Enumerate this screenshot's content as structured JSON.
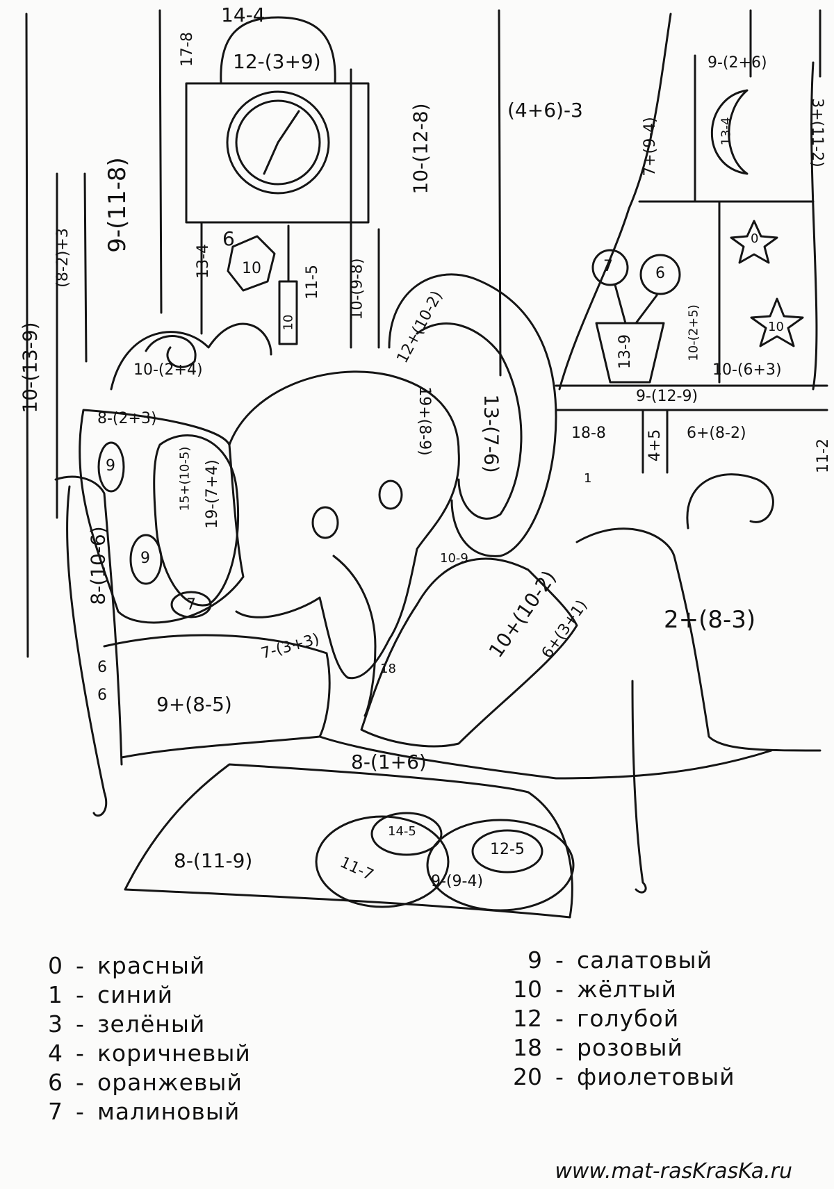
{
  "expressions": {
    "clock_top": "14-4",
    "clock_side": "17-8",
    "clock_head": "12-(3+9)",
    "clock_pendulum_hex": "10",
    "clock_pendulum_label": "6",
    "clock_bob": "10",
    "clock_left_body": "13-4",
    "clock_right_body": "11-5",
    "far_left_wall": "10-(13-9)",
    "left_wall_narrow": "(8-2)+3",
    "left_wall_wide": "9-(11-8)",
    "wall_strip_right_clock": "10-(9-8)",
    "wall_center": "10-(12-8)",
    "wall_upper": "(4+6)-3",
    "window_top": "9-(2+6)",
    "window_right_edge": "3+(11-2)",
    "window_strip": "7+(9-4)",
    "moon": "13-4",
    "star_upper": "0",
    "star_lower": "10",
    "flower_left": "7",
    "flower_right": "6",
    "flower_pot": "13-9",
    "window_sill_narrow": "10-(2+5)",
    "window_sill_wide": "10-(6+3)",
    "window_ledge": "9-(12-9)",
    "sofa_back_a": "18-8",
    "sofa_back_b": "4+5",
    "sofa_back_c": "6+(8-2)",
    "sofa_right_edge": "11-2",
    "ear_top_edge": "12+(10-2)",
    "ear_inner": "13-(7-6)",
    "ear_outer": "19+(8-9)",
    "headboard": "10-(2+4)",
    "pillow_corner": "8-(2+3)",
    "pillow_leaf_1": "9",
    "pillow_leaf_2": "9",
    "pillow_leaf_3": "7",
    "pillow_inner_a": "15+(10-5)",
    "pillow_inner_b": "19-(7+4)",
    "bed_side": "8-(10-6)",
    "bed_corner_a": "6",
    "bed_corner_b": "6",
    "collar": "7-(3+3)",
    "trunk_spot": "18",
    "blanket_band": "10-9",
    "blanket_main": "10+(10-2)",
    "blanket_fold": "6+(3+1)",
    "blanket_small": "1",
    "sofa_right": "2+(8-3)",
    "bed_front": "9+(8-5)",
    "bed_base": "8-(1+6)",
    "rug": "8-(11-9)",
    "slipper_left_outer": "11-7",
    "slipper_left_inner": "14-5",
    "slipper_right_inner": "12-5",
    "slipper_right_outer": "9-(9-4)"
  },
  "legend": {
    "left": [
      {
        "num": "0",
        "color": "красный"
      },
      {
        "num": "1",
        "color": "синий"
      },
      {
        "num": "3",
        "color": "зелёный"
      },
      {
        "num": "4",
        "color": "коричневый"
      },
      {
        "num": "6",
        "color": "оранжевый"
      },
      {
        "num": "7",
        "color": "малиновый"
      }
    ],
    "right": [
      {
        "num": "9",
        "color": "салатовый"
      },
      {
        "num": "10",
        "color": "жёлтый"
      },
      {
        "num": "12",
        "color": "голубой"
      },
      {
        "num": "18",
        "color": "розовый"
      },
      {
        "num": "20",
        "color": "фиолетовый"
      }
    ],
    "dash": "-"
  },
  "website": "www.mat-rasKrasKa.ru"
}
